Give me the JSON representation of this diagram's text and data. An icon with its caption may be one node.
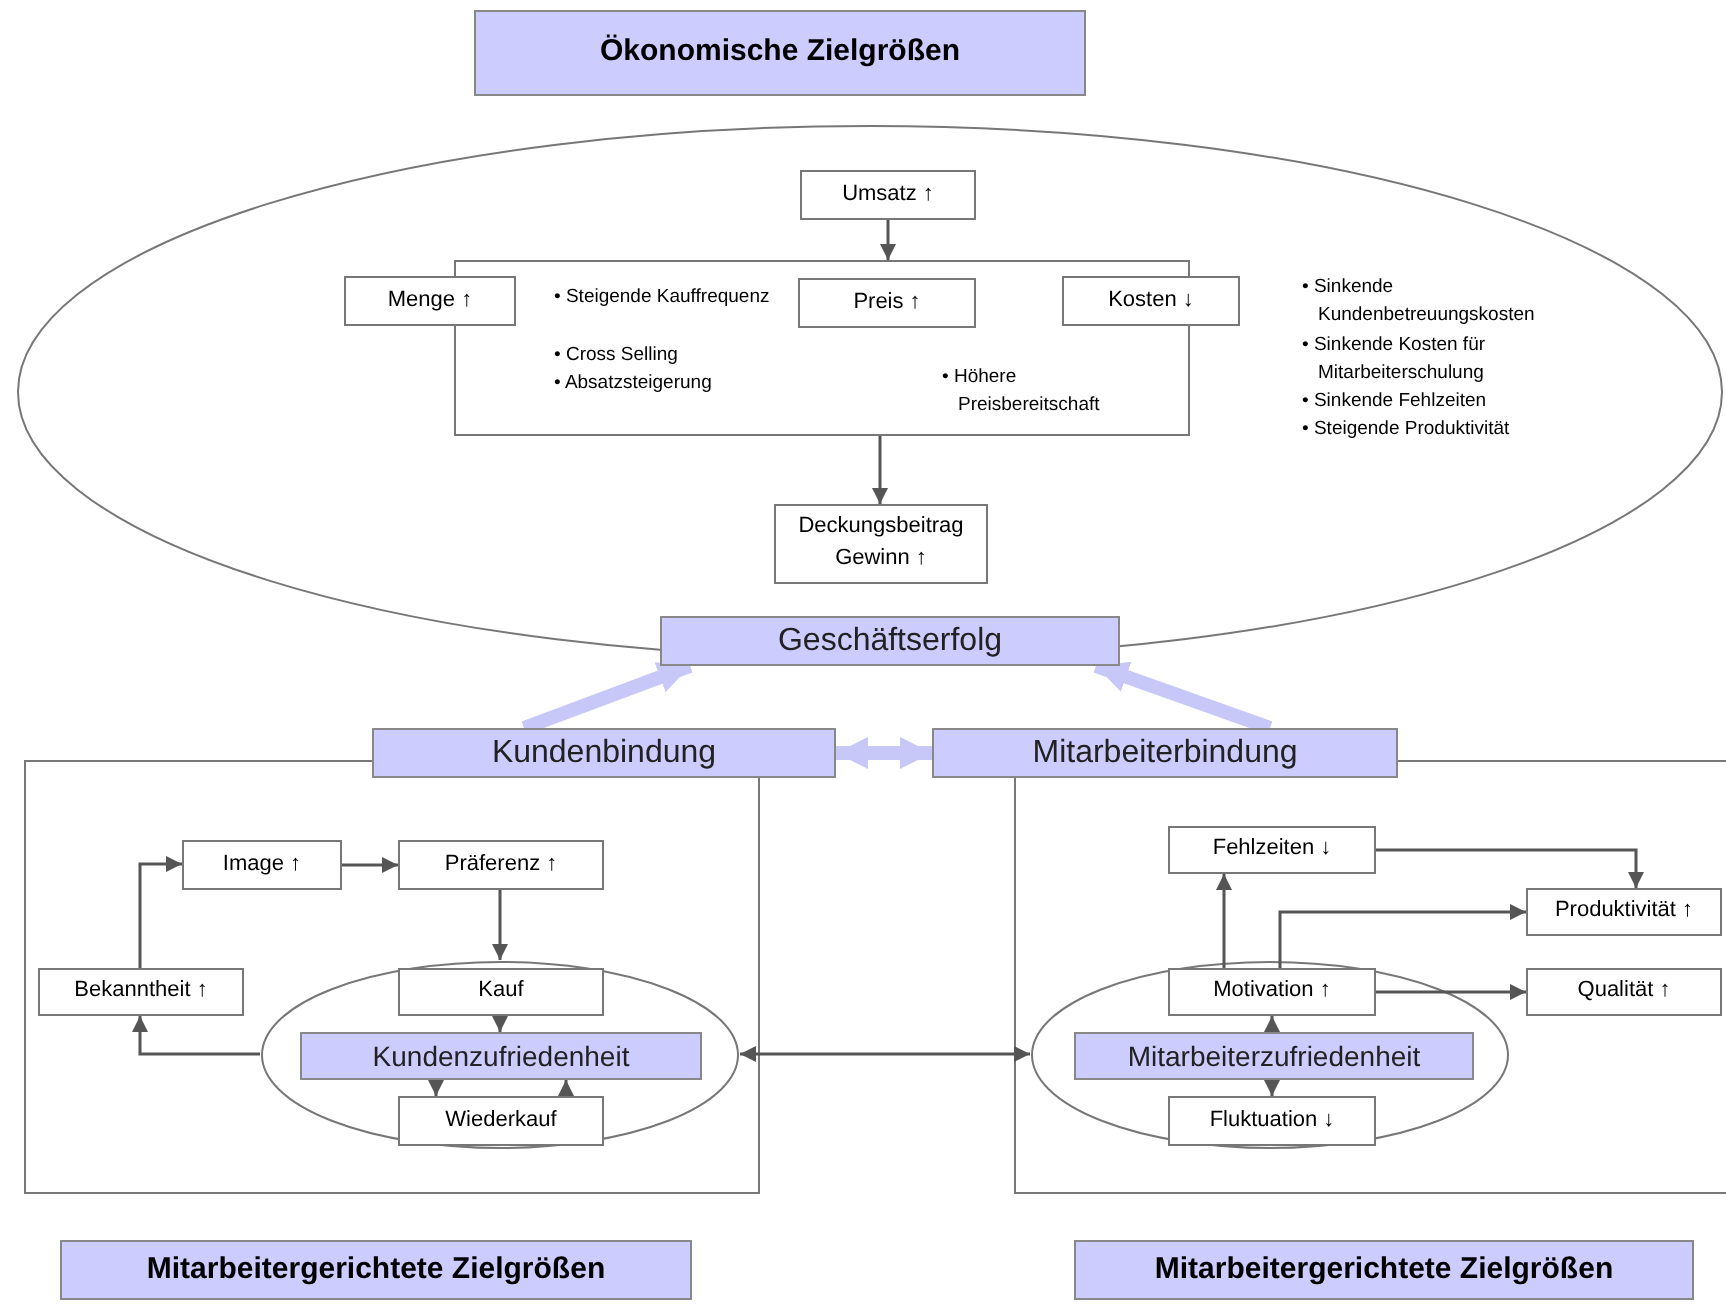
{
  "diagram": {
    "nodes": [
      {
        "text": [
          "Ökonomische Zielgrößen"
        ]
      },
      {
        "text": [],
        "shape": "ellipse"
      },
      {
        "text": [
          "Umsatz ↑"
        ],
        "in": 1
      },
      {
        "text": [
          "• Steigende Kauffrequenz",
          "• Cross Selling",
          "• Absatzsteigerung",
          "• Höhere Preisbereitschaft"
        ],
        "in": 1
      },
      {
        "text": [
          "Menge ↑"
        ],
        "in": 1
      },
      {
        "text": [
          "Preis ↑"
        ],
        "in": 3
      },
      {
        "text": [
          "Kosten ↓"
        ],
        "in": 1
      },
      {
        "text": [
          "Deckungsbeitrag Gewinn ↑"
        ],
        "in": 1
      },
      {
        "text": [
          "Geschäftserfolg"
        ]
      },
      {
        "text": [],
        "shape": "box"
      },
      {
        "text": [
          "Kundenbindung"
        ]
      },
      {
        "text": [
          "Image ↑"
        ],
        "in": 9
      },
      {
        "text": [
          "Präferenz ↑"
        ],
        "in": 9
      },
      {
        "text": [
          "Bekanntheit ↑"
        ],
        "in": 9
      },
      {
        "text": [],
        "shape": "ellipse",
        "in": 9
      },
      {
        "text": [
          "Kauf"
        ],
        "in": 14
      },
      {
        "text": [
          "Kundenzufriedenheit"
        ],
        "in": 14
      },
      {
        "text": [
          "Wiederkauf"
        ],
        "in": 14
      },
      {
        "text": [],
        "shape": "box"
      },
      {
        "text": [
          "Mitarbeiterbindung"
        ]
      },
      {
        "text": [
          "Fehlzeiten ↓"
        ],
        "in": 18
      },
      {
        "text": [
          "Produktivität ↑"
        ],
        "in": 18
      },
      {
        "text": [
          "Qualität ↑"
        ],
        "in": 18
      },
      {
        "text": [],
        "shape": "ellipse",
        "in": 18
      },
      {
        "text": [
          "Motivation ↑"
        ],
        "in": 23
      },
      {
        "text": [
          "Mitarbeiterzufriedenheit"
        ],
        "in": 23
      },
      {
        "text": [
          "Fluktuation ↓"
        ],
        "in": 23
      },
      {
        "text": [
          "Mitarbeitergerichtete Zielgrößen"
        ]
      },
      {
        "text": [
          "Mitarbeitergerichtete Zielgrößen"
        ]
      }
    ],
    "edges": [
      {
        "from": 2,
        "to": 3,
        "arrow": "to"
      },
      {
        "from": 3,
        "to": 7,
        "arrow": "to"
      },
      {
        "from": 10,
        "to": 8,
        "arrow": "to",
        "style": "thick",
        "color": "#c8c8f8"
      },
      {
        "from": 19,
        "to": 8,
        "arrow": "to",
        "style": "thick",
        "color": "#c8c8f8"
      },
      {
        "from": 10,
        "to": 19,
        "arrow": "both",
        "style": "thick",
        "color": "#c8c8f8"
      },
      {
        "from": 13,
        "to": 11,
        "arrow": "to"
      },
      {
        "from": 11,
        "to": 12,
        "arrow": "to"
      },
      {
        "from": 12,
        "to": 14,
        "arrow": "to"
      },
      {
        "from": 14,
        "to": 13,
        "arrow": "to"
      },
      {
        "from": 15,
        "to": 16,
        "arrow": "to"
      },
      {
        "from": 16,
        "to": 17,
        "arrow": "to"
      },
      {
        "from": 17,
        "to": 16,
        "arrow": "to"
      },
      {
        "from": 14,
        "to": 23,
        "arrow": "both"
      },
      {
        "from": 24,
        "to": 20,
        "arrow": "to"
      },
      {
        "from": 20,
        "to": 21,
        "arrow": "to"
      },
      {
        "from": 24,
        "to": 21,
        "arrow": "to"
      },
      {
        "from": 24,
        "to": 22,
        "arrow": "to"
      },
      {
        "from": 25,
        "to": 24,
        "arrow": "to"
      },
      {
        "from": 25,
        "to": 26,
        "arrow": "to"
      }
    ],
    "labels": [
      "• Sinkende Kundenbetreuungskosten",
      "• Sinkende Kosten für Mitarbeiterschulung",
      "• Sinkende Fehlzeiten",
      "• Steigende Produktivität"
    ]
  }
}
